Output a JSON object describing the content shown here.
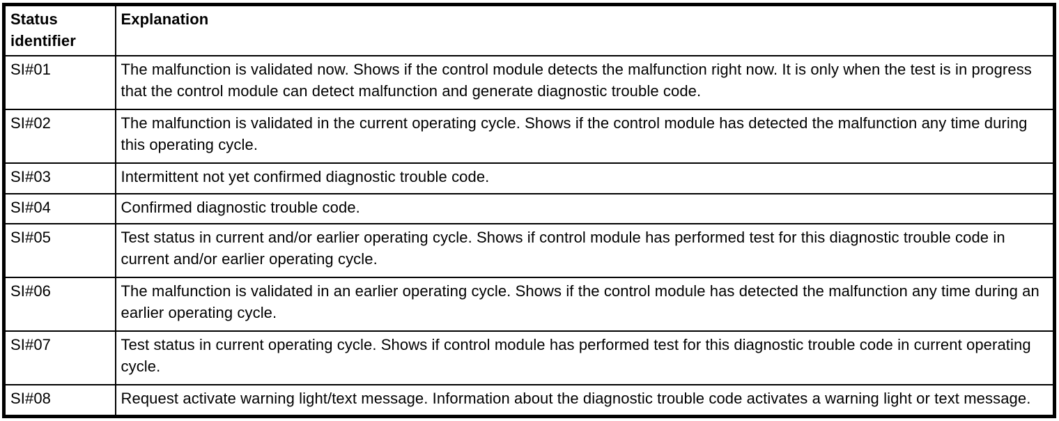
{
  "colors": {
    "border": "#000000",
    "text": "#000000",
    "background": "#ffffff"
  },
  "table": {
    "headers": [
      "Status identifier",
      "Explanation"
    ],
    "rows": [
      {
        "id": "SI#01",
        "explanation": "The malfunction is validated now. Shows if the control module detects the malfunction right now. It is only when the test is in progress that the control module can detect malfunction and generate diagnostic trouble code."
      },
      {
        "id": "SI#02",
        "explanation": "The malfunction is validated in the current operating cycle. Shows if the control module has detected the malfunction any time during this operating cycle."
      },
      {
        "id": "SI#03",
        "explanation": "Intermittent not yet confirmed diagnostic trouble code."
      },
      {
        "id": "SI#04",
        "explanation": "Confirmed diagnostic trouble code."
      },
      {
        "id": "SI#05",
        "explanation": "Test status in current and/or earlier operating cycle. Shows if control module has performed test for this diagnostic trouble code in current and/or earlier operating cycle."
      },
      {
        "id": "SI#06",
        "explanation": "The malfunction is validated in an earlier operating cycle. Shows if the control module has detected the malfunction any time during an earlier operating cycle."
      },
      {
        "id": "SI#07",
        "explanation": "Test status in current operating cycle. Shows if control module has performed test for this diagnostic trouble code in current operating cycle."
      },
      {
        "id": "SI#08",
        "explanation": "Request activate warning light/text message. Information about the diagnostic trouble code activates a warning light or text message."
      }
    ]
  }
}
